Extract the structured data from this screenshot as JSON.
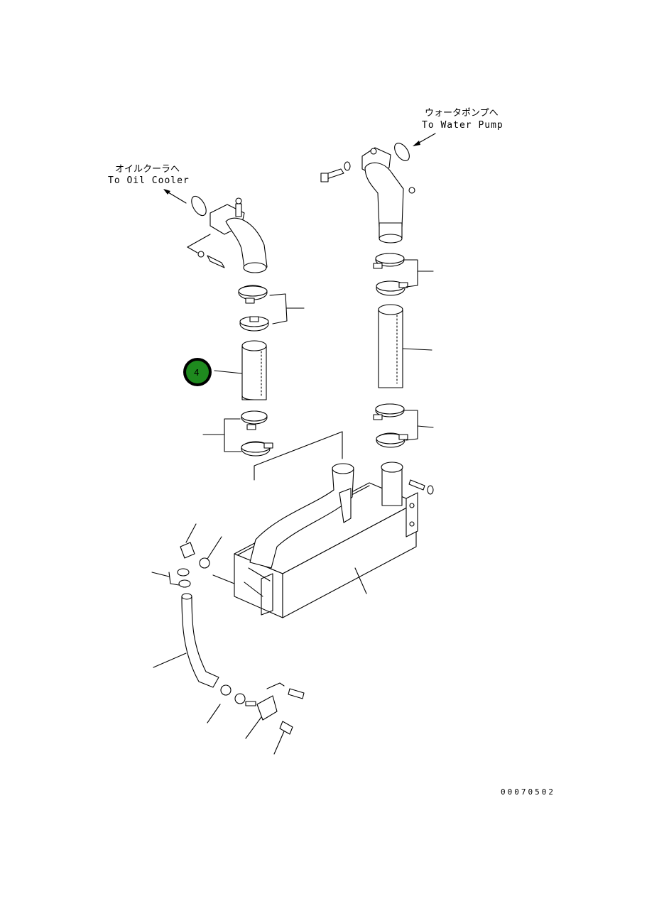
{
  "labels": {
    "water_pump_jp": "ウォータポンプへ",
    "water_pump_en": "To Water Pump",
    "oil_cooler_jp": "オイルクーラへ",
    "oil_cooler_en": "To Oil Cooler"
  },
  "callout": {
    "number": "4",
    "color": "#1e8a1e"
  },
  "drawing_code": "00070502"
}
